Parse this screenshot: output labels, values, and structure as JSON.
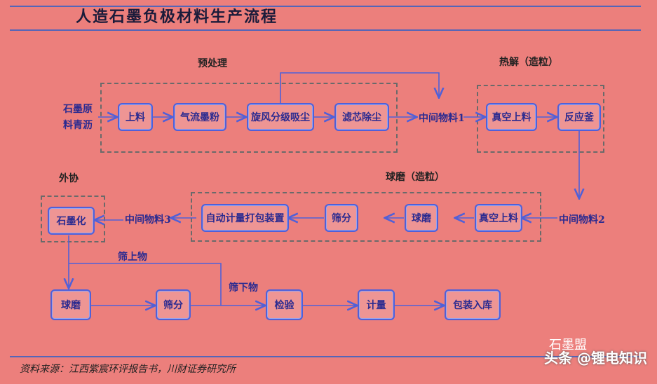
{
  "title": "人造石墨负极材料生产流程",
  "source": "资料来源：江西紫宸环评报告书，川财证券研究所",
  "watermark": {
    "badge": "头条",
    "handle": "@锂电知识",
    "top_text": "石墨盟"
  },
  "groups": {
    "pretreatment": "预处理",
    "pyrolysis": "热解（造粒）",
    "ballmill": "球磨（造粒）",
    "outsource": "外协"
  },
  "labels": {
    "raw": "石墨原",
    "raw2": "料青沥",
    "mid1": "中间物料1",
    "mid2": "中间物料2",
    "mid3": "中间物料3",
    "oversize": "筛上物",
    "undersize": "筛下物"
  },
  "nodes": {
    "feed": "上料",
    "jetmill": "气流墨粉",
    "cyclone": "旋风分级吸尘",
    "filter": "滤芯除尘",
    "vacfeed1": "真空上料",
    "reactor": "反应釜",
    "vacfeed2": "真空上料",
    "ballmill1": "球磨",
    "sieve1": "筛分",
    "autopack": "自动计量打包装置",
    "graphitize": "石墨化",
    "ballmill2": "球磨",
    "sieve2": "筛分",
    "inspect": "检验",
    "meter": "计量",
    "pack": "包装入库"
  },
  "colors": {
    "background": "#ec7f7c",
    "box_border": "#5060d8",
    "text": "#2a2a90"
  }
}
